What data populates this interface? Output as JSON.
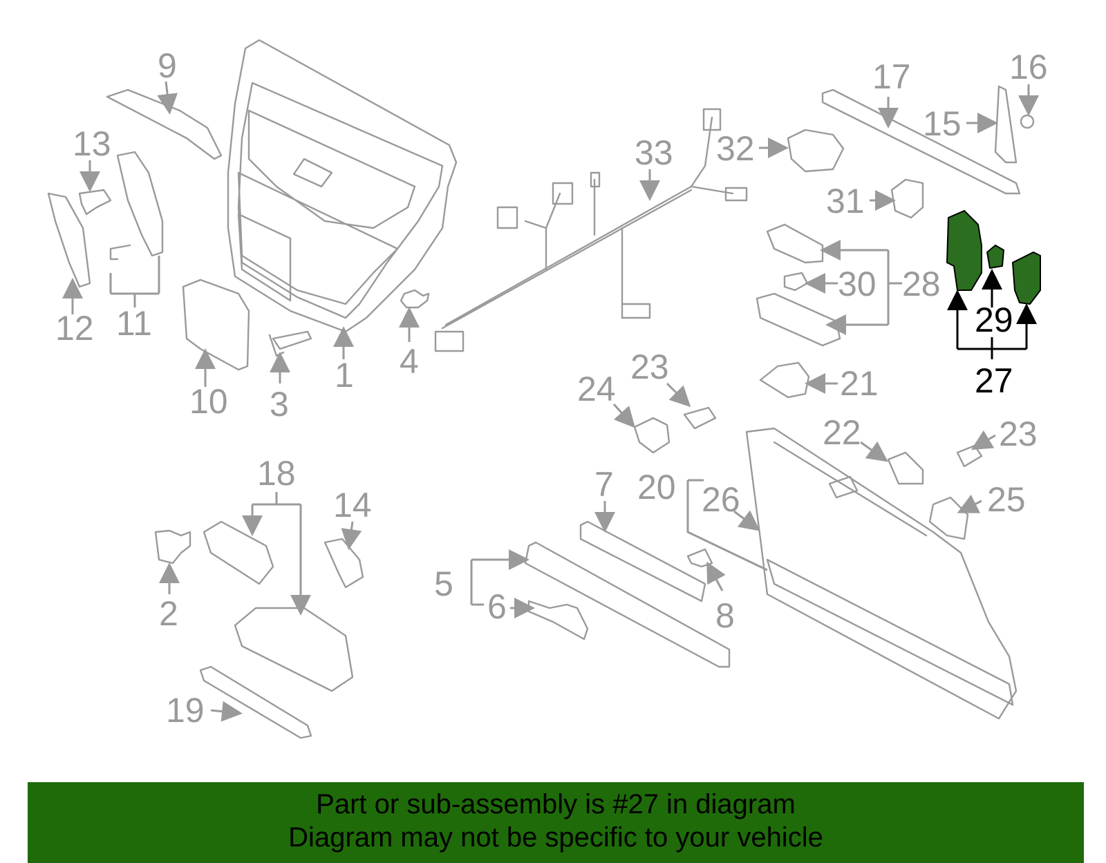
{
  "diagram": {
    "highlighted_part": "27",
    "callouts": [
      "1",
      "2",
      "3",
      "4",
      "5",
      "6",
      "7",
      "8",
      "9",
      "10",
      "11",
      "12",
      "13",
      "14",
      "15",
      "16",
      "17",
      "18",
      "19",
      "20",
      "21",
      "22",
      "23",
      "23",
      "24",
      "25",
      "26",
      "27",
      "28",
      "29",
      "30",
      "31",
      "32",
      "33"
    ],
    "colors": {
      "parts": "#9a9a9a",
      "highlight": "#2c6e1f",
      "banner": "#1f6b0a"
    }
  },
  "banner": {
    "line1": "Part or sub-assembly is #27 in diagram",
    "line2": "Diagram may not be specific to your vehicle"
  }
}
